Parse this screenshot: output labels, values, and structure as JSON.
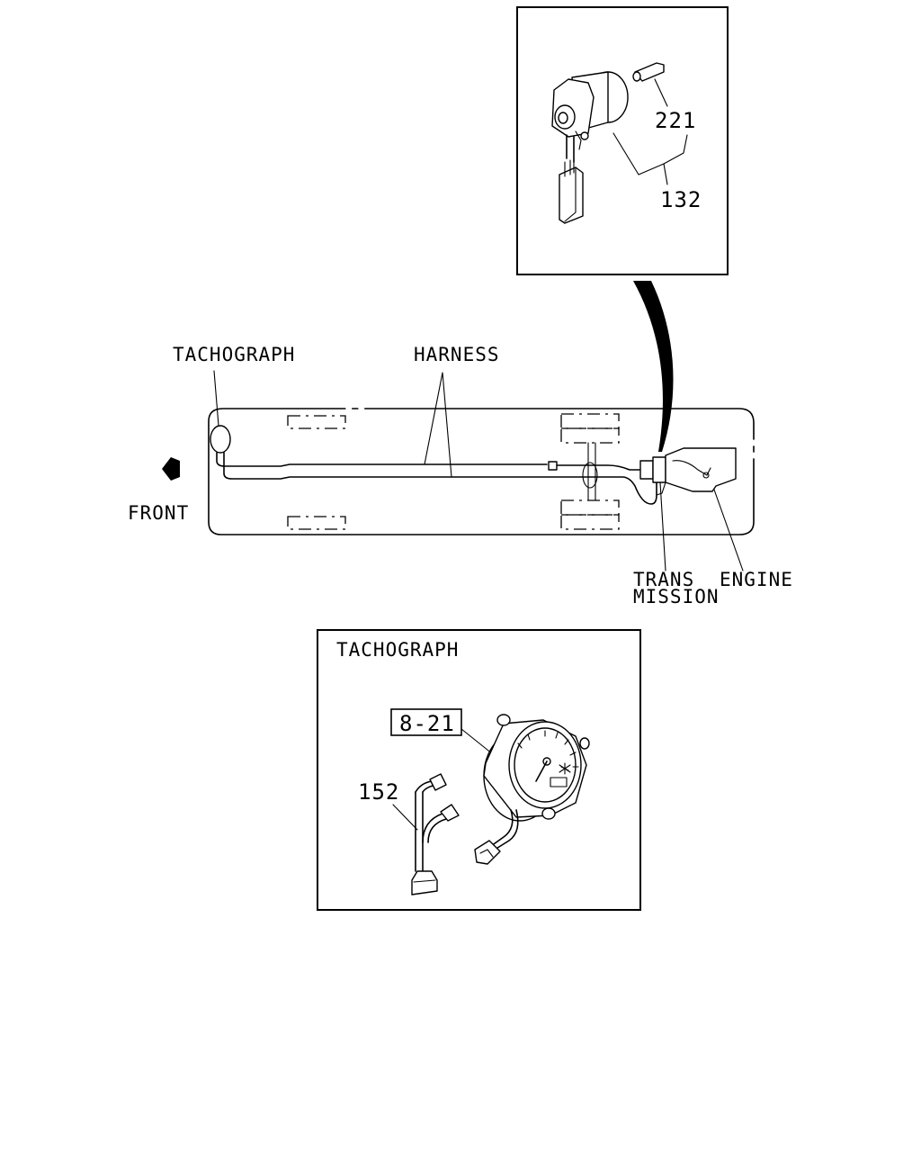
{
  "diagram": {
    "labels": {
      "tachograph": "TACHOGRAPH",
      "harness": "HARNESS",
      "front": "FRONT",
      "trans": "TRANS",
      "mission": "MISSION",
      "engine": "ENGINE",
      "inset_tachograph_title": "TACHOGRAPH"
    },
    "part_numbers": {
      "sensor_pin": "221",
      "sensor": "132",
      "harness_assy": "152",
      "tachograph_ref": "8-21"
    }
  }
}
